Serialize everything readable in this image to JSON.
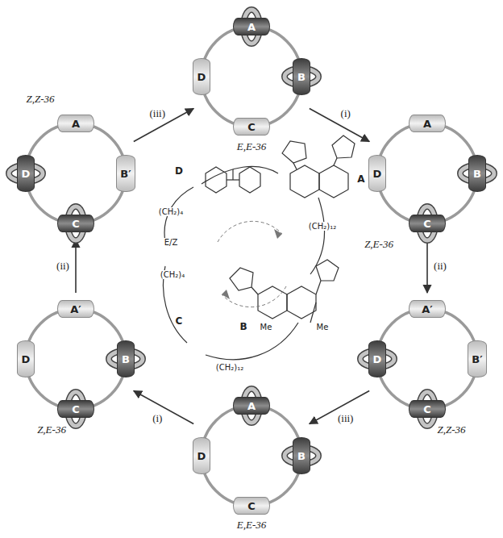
{
  "diagram": {
    "nodes": [
      {
        "text": [
          "E,E-36"
        ]
      },
      {
        "text": [
          "A"
        ],
        "in": 0
      },
      {
        "text": [
          "B"
        ],
        "in": 0
      },
      {
        "text": [
          "C"
        ],
        "in": 0
      },
      {
        "text": [
          "D"
        ],
        "in": 0
      },
      {
        "text": [
          "Z,E-36"
        ]
      },
      {
        "text": [
          "A"
        ],
        "in": 5
      },
      {
        "text": [
          "B"
        ],
        "in": 5
      },
      {
        "text": [
          "C"
        ],
        "in": 5
      },
      {
        "text": [
          "D"
        ],
        "in": 5
      },
      {
        "text": [
          "Z,Z-36"
        ]
      },
      {
        "text": [
          "A′"
        ],
        "in": 10
      },
      {
        "text": [
          "B′"
        ],
        "in": 10
      },
      {
        "text": [
          "C"
        ],
        "in": 10
      },
      {
        "text": [
          "D"
        ],
        "in": 10
      },
      {
        "text": [
          "E,E-36"
        ]
      },
      {
        "text": [
          "A"
        ],
        "in": 15
      },
      {
        "text": [
          "B"
        ],
        "in": 15
      },
      {
        "text": [
          "C"
        ],
        "in": 15
      },
      {
        "text": [
          "D"
        ],
        "in": 15
      },
      {
        "text": [
          "Z,E-36"
        ]
      },
      {
        "text": [
          "A′"
        ],
        "in": 20
      },
      {
        "text": [
          "B"
        ],
        "in": 20
      },
      {
        "text": [
          "C"
        ],
        "in": 20
      },
      {
        "text": [
          "D"
        ],
        "in": 20
      },
      {
        "text": [
          "Z,Z-36"
        ]
      },
      {
        "text": [
          "A"
        ],
        "in": 25
      },
      {
        "text": [
          "B′"
        ],
        "in": 25
      },
      {
        "text": [
          "C"
        ],
        "in": 25
      },
      {
        "text": [
          "D"
        ],
        "in": 25
      }
    ],
    "edges": [
      {
        "from": 0,
        "to": 5,
        "arrow": "to",
        "label": "(i)"
      },
      {
        "from": 5,
        "to": 10,
        "arrow": "to",
        "label": "(ii)"
      },
      {
        "from": 10,
        "to": 15,
        "arrow": "to",
        "label": "(iii)"
      },
      {
        "from": 15,
        "to": 20,
        "arrow": "to",
        "label": "(i)"
      },
      {
        "from": 20,
        "to": 25,
        "arrow": "to",
        "label": "(ii)"
      },
      {
        "from": 25,
        "to": 0,
        "arrow": "to",
        "label": "(iii)"
      }
    ],
    "labels": [
      "D",
      "A",
      "C",
      "B",
      "(CH₂)₁₂",
      "(CH₂)₄",
      "E/Z",
      "(CH₂)₄",
      "(CH₂)₁₂",
      "Me",
      "Me"
    ]
  }
}
